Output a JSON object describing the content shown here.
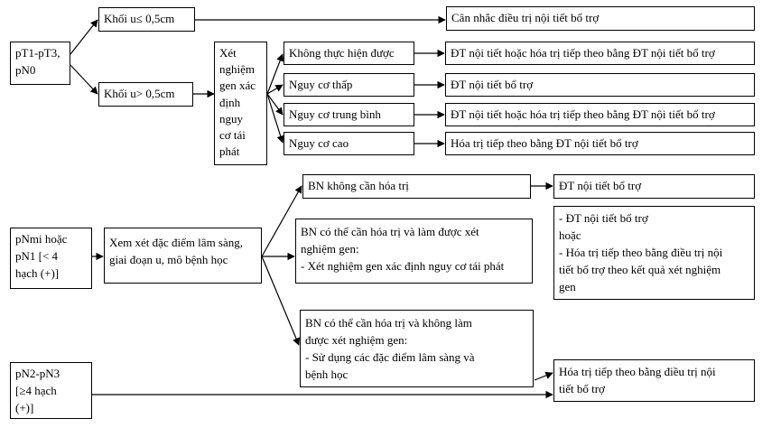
{
  "stages": {
    "pt": {
      "lines": [
        "pT1-pT3,",
        "pN0"
      ]
    },
    "pnmi": {
      "lines": [
        "pNmi hoặc",
        "pN1 [< 4",
        "hạch (+)]"
      ]
    },
    "pn2": {
      "lines": [
        "pN2-pN3",
        "[≥4 hạch",
        "(+)]"
      ]
    }
  },
  "tumor": {
    "small": "Khối u≤ 0,5cm",
    "large": "Khối u> 0,5cm",
    "small_outcome": "Cân nhắc điều trị nội tiết bổ trợ"
  },
  "gene_test": {
    "lines": [
      "Xét",
      "nghiệm",
      "gen xác",
      "định",
      "nguy",
      "cơ tái",
      "phát"
    ]
  },
  "risk": [
    {
      "label": "Không thực hiện được",
      "outcome": "ĐT nội tiết hoặc hóa trị tiếp theo bằng ĐT nội tiết bổ trợ"
    },
    {
      "label": "Nguy cơ thấp",
      "outcome": "ĐT nội tiết bổ trợ"
    },
    {
      "label": "Nguy cơ trung bình",
      "outcome": "ĐT nội tiết hoặc hóa trị tiếp theo bằng ĐT nội tiết bổ trợ"
    },
    {
      "label": "Nguy cơ cao",
      "outcome": "Hóa trị tiếp theo bằng ĐT nội tiết bổ trợ"
    }
  ],
  "clinical": {
    "lines": [
      "Xem xét đặc điểm lâm sàng,",
      "giai đoạn u, mô bệnh học"
    ]
  },
  "branches": {
    "no_chemo": "BN không cần hóa trị",
    "no_chemo_outcome": "ĐT nội tiết bổ trợ",
    "gene_done": [
      "BN có thể cần hóa trị và làm được xét",
      "nghiệm gen:",
      "- Xét nghiệm gen xác định nguy cơ tái phát"
    ],
    "gene_done_outcome": [
      "- ĐT nội tiết bổ trợ",
      "hoặc",
      "- Hóa trị tiếp theo bằng điều trị nội",
      "tiết bổ trợ theo kết quả xét nghiệm",
      "gen"
    ],
    "gene_not_done": [
      "BN có thể cần hóa trị và không làm",
      "được xét nghiệm gen:",
      "- Sử dụng các đặc điểm lâm sàng và",
      "bệnh học"
    ],
    "chemo_outcome": [
      "Hóa trị tiếp theo bằng điều trị nội",
      "tiết bổ trợ"
    ]
  }
}
